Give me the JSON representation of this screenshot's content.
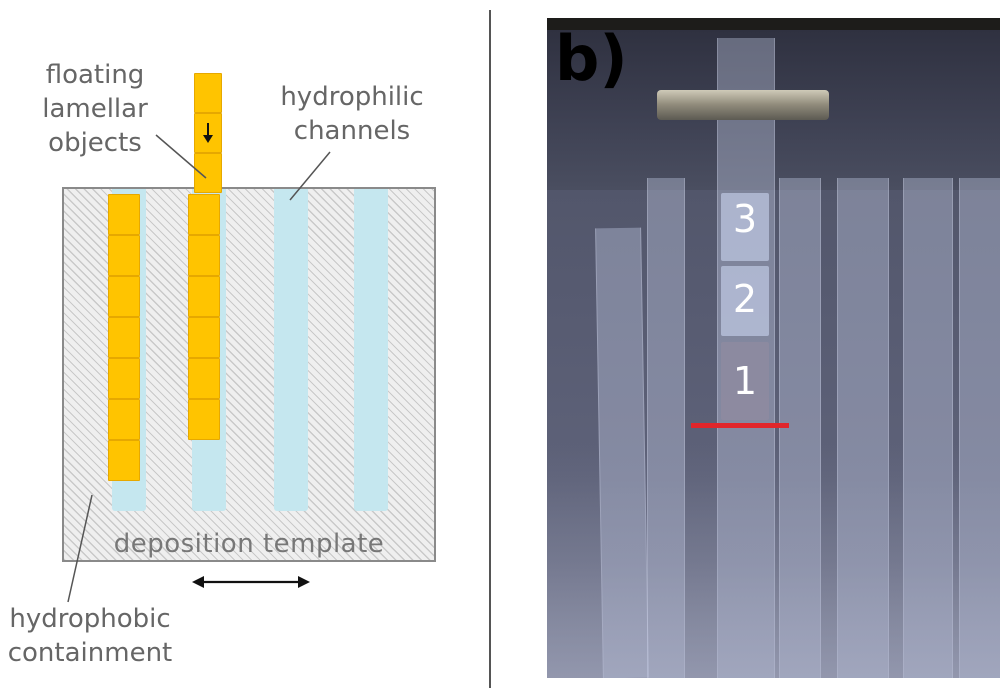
{
  "panel_a": {
    "label": ")",
    "annotations": {
      "floating": "floating\nlamellar\nobjects",
      "hydrophilic": "hydrophilic\nchannels",
      "template": "deposition template",
      "hydrophobic": "hydrophobic\ncontainment"
    },
    "colors": {
      "block": "#ffc400",
      "channel": "#c5e7ef",
      "hatch": "#c9c9c9"
    },
    "channels_filled_blocks": [
      7,
      6,
      0,
      0
    ],
    "floating_blocks_above": 3,
    "icons": [
      "down-arrow-icon",
      "double-arrow-icon"
    ]
  },
  "panel_b": {
    "label": "b)",
    "block_numbers": [
      "3",
      "2",
      "1"
    ],
    "colors": {
      "marker_line": "#e0262b"
    }
  }
}
